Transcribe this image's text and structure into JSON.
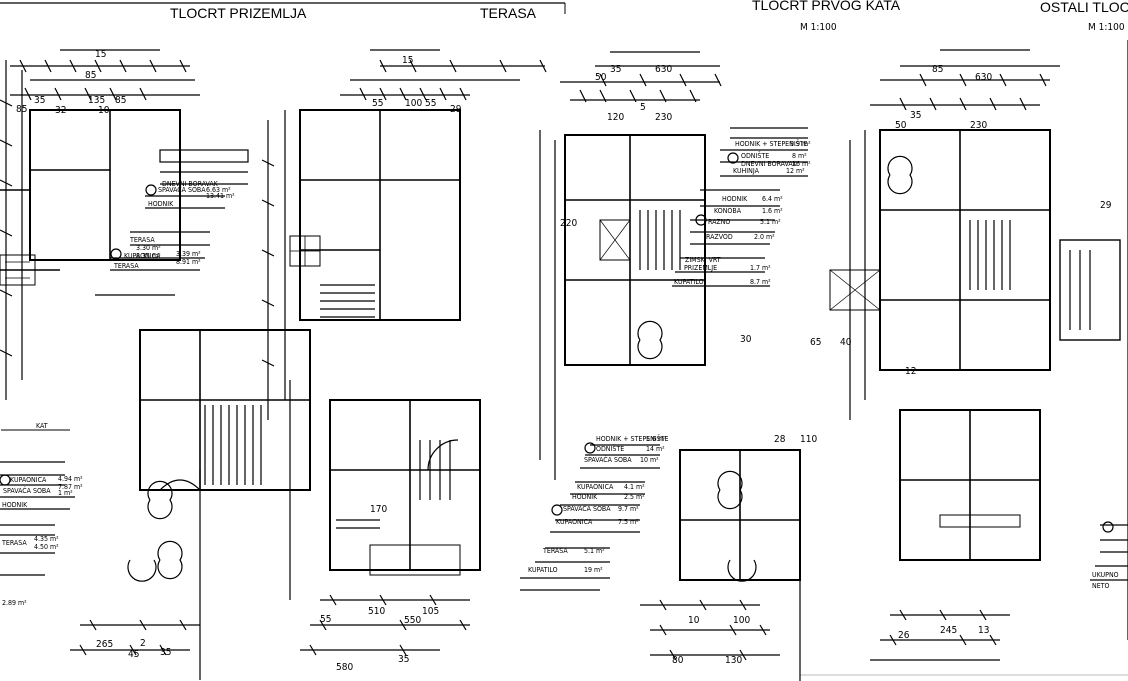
{
  "drawing": {
    "titles": [
      "TLOCRT PRIZEMLJA",
      "TERASA",
      "TLOCRT PRVOG KATA",
      "OSTALI TLOCRTI"
    ],
    "scale_labels": [
      "M 1:100",
      "M 1:100"
    ],
    "dims": {
      "d15a": "15",
      "d85a": "85",
      "d35a": "35",
      "d135a": "135",
      "d85b": "85",
      "d32": "32",
      "d10": "10",
      "d29a": "29",
      "d15b": "15",
      "d55a": "55",
      "d100": "100",
      "d55b": "55",
      "d29b": "29",
      "d50a": "50",
      "d35b": "35",
      "d630a": "630",
      "d120": "120",
      "d230a": "230",
      "d5a": "5",
      "d85c": "85",
      "d630b": "630",
      "d50b": "50",
      "d35c": "35",
      "d230b": "230",
      "d510": "510",
      "d550": "550",
      "d105": "105",
      "d580": "580",
      "d35d": "35",
      "d265": "265",
      "d2": "2",
      "d45": "45",
      "d35e": "35",
      "d55c": "55",
      "d80": "80",
      "d130": "130",
      "d10b": "10",
      "d100b": "100",
      "d26": "26",
      "d245": "245",
      "d13": "13",
      "d220": "220",
      "d170": "170",
      "d110": "110",
      "d65": "65",
      "d40": "40",
      "d28": "28",
      "d12": "12",
      "d30": "30"
    },
    "rooms": {
      "left_top": [
        "DNEVNI BORAVAK",
        "SPAVAĆA SOBA",
        "HODNIK",
        "KUPAONICA",
        "TERASA",
        "TERASA"
      ],
      "left_top_areas": [
        "6.63 m²",
        "13.41 m²",
        "3.39 m²",
        "8.91 m²",
        "3.30 m²",
        "8.35 m²"
      ],
      "mid_center": [
        "HODNIK + STEPENIŠTE",
        "ODNIŠTE",
        "SPAVAĆA SOBA",
        "KUPAONICA",
        "HODNIK",
        "SPAVAĆA SOBA",
        "KUPAONICA",
        "TERASA",
        "KUPATILO"
      ],
      "mid_center_areas": [
        "5.6 m²",
        "14 m²",
        "10 m²",
        "4.1 m²",
        "2.5 m²",
        "9.7 m²",
        "7.5 m²",
        "5.1 m²",
        "19 m²"
      ],
      "right_top": [
        "HODNIK + STEPENIŠTE",
        "ODNIŠTE",
        "DNEVNI BORAVAK",
        "KUHINJA",
        "HODNIK",
        "KONOBA",
        "RAZNO",
        "RAZVOD",
        "ZIMSKI VRT",
        "PRIZEMLJE",
        "KUPATILO"
      ],
      "right_top_areas": [
        "9.9 m²",
        "8 m²",
        "16 m²",
        "12 m²",
        "6.4 m²",
        "1.6 m²",
        "5.1 m²",
        "2.0 m²",
        "1.7 m²",
        "8.7 m²"
      ],
      "left_bottom": [
        "KAT",
        "SPAVAĆA SOBA",
        "KUPAONICA",
        "HODNIK",
        "TERASA"
      ],
      "left_bottom_areas": [
        "4.94 m²",
        "7.87 m²",
        "1 m²",
        "4.35 m²",
        "4.50 m²",
        "2.89 m²"
      ],
      "right_bottom": [
        "UKUPNO",
        "NETO"
      ]
    }
  }
}
